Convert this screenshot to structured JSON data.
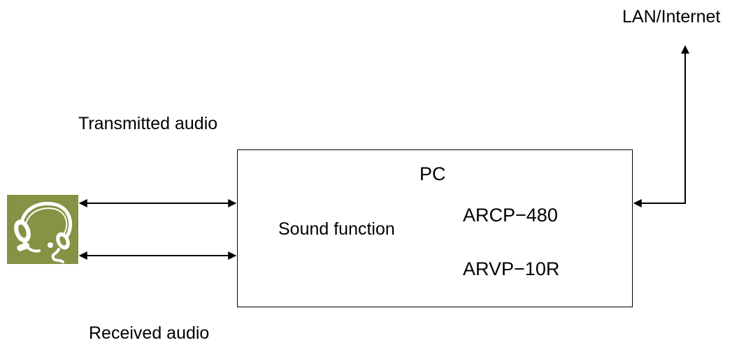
{
  "labels": {
    "network": "LAN/Internet",
    "transmitted": "Transmitted audio",
    "received": "Received audio",
    "pc": "PC",
    "sound": "Sound function",
    "app1": "ARCP−480",
    "app2": "ARVP−10R"
  },
  "icons": {
    "headset": "headset-icon"
  },
  "colors": {
    "headset_bg": "#869244",
    "headset_fg": "#ffffff",
    "line": "#000000"
  }
}
